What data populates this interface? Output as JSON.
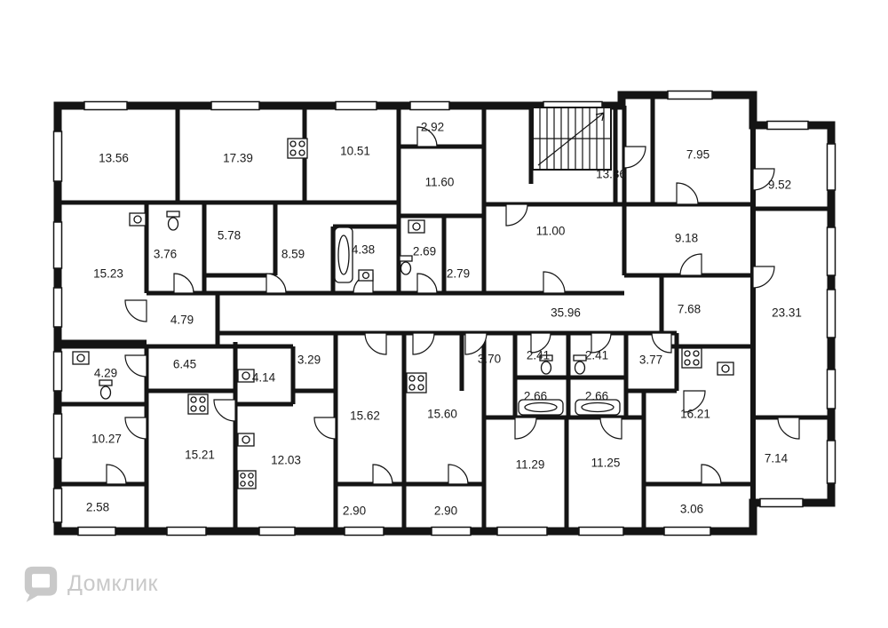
{
  "watermark": {
    "text": "Домклик"
  },
  "colors": {
    "wall": "#141414",
    "bg": "#ffffff",
    "label": "#1b1b1b",
    "watermark": "#c9c9c9"
  },
  "icons": {
    "logo": "domklik-logo-icon",
    "stove": "stove-icon",
    "sink": "sink-icon",
    "toilet": "toilet-icon",
    "bathtub": "bathtub-icon",
    "stairs": "staircase"
  },
  "rooms": [
    {
      "area": "13.56"
    },
    {
      "area": "17.39"
    },
    {
      "area": "10.51"
    },
    {
      "area": "2.92"
    },
    {
      "area": "11.60"
    },
    {
      "area": "13.36"
    },
    {
      "area": "7.95"
    },
    {
      "area": "9.52"
    },
    {
      "area": "3.76"
    },
    {
      "area": "5.78"
    },
    {
      "area": "8.59"
    },
    {
      "area": "4.38"
    },
    {
      "area": "2.69"
    },
    {
      "area": "2.79"
    },
    {
      "area": "11.00"
    },
    {
      "area": "9.18"
    },
    {
      "area": "15.23"
    },
    {
      "area": "4.79"
    },
    {
      "area": "35.96"
    },
    {
      "area": "7.68"
    },
    {
      "area": "23.31"
    },
    {
      "area": "4.29"
    },
    {
      "area": "6.45"
    },
    {
      "area": "4.14"
    },
    {
      "area": "3.29"
    },
    {
      "area": "3.70"
    },
    {
      "area": "2.41"
    },
    {
      "area": "2.41"
    },
    {
      "area": "3.77"
    },
    {
      "area": "2.66"
    },
    {
      "area": "2.66"
    },
    {
      "area": "16.21"
    },
    {
      "area": "10.27"
    },
    {
      "area": "15.21"
    },
    {
      "area": "12.03"
    },
    {
      "area": "15.62"
    },
    {
      "area": "15.60"
    },
    {
      "area": "11.29"
    },
    {
      "area": "11.25"
    },
    {
      "area": "7.14"
    },
    {
      "area": "2.58"
    },
    {
      "area": "2.90"
    },
    {
      "area": "2.90"
    },
    {
      "area": "3.06"
    }
  ]
}
